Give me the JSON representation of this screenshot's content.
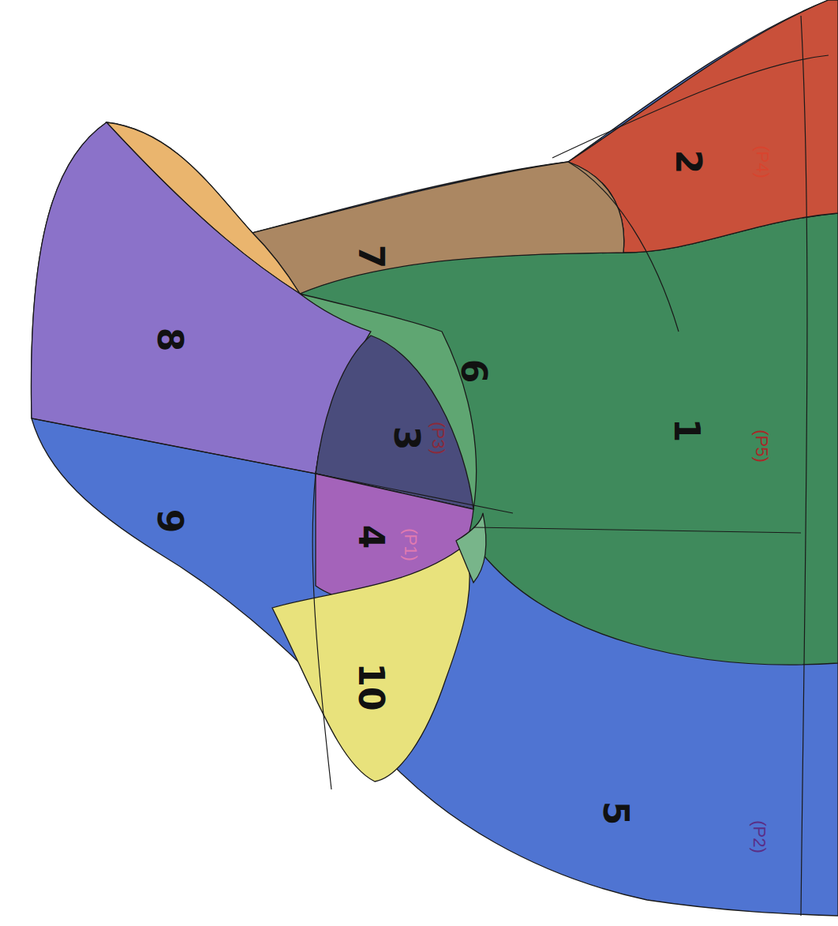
{
  "diagram": {
    "labels": [
      "2",
      "(P4)",
      "7",
      "8",
      "6",
      "3",
      "(P3)",
      "1",
      "(P5)",
      "9",
      "4",
      "(P1)",
      "10",
      "5",
      "(P2)"
    ]
  }
}
